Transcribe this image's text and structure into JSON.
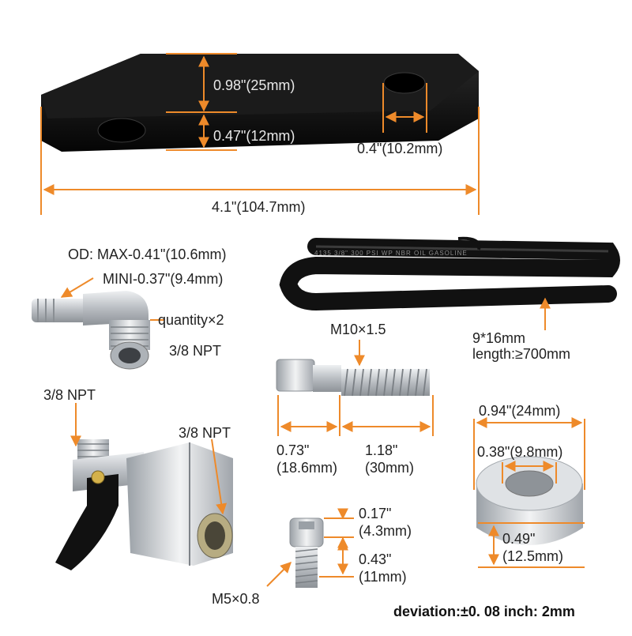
{
  "bracket": {
    "height_label": "0.98\"(25mm)",
    "hole_offset_label": "0.47\"(12mm)",
    "hole_dia_label": "0.4\"(10.2mm)",
    "length_label": "4.1\"(104.7mm)"
  },
  "fitting": {
    "od_max_label": "OD: MAX-0.41\"(10.6mm)",
    "od_min_label": "MINI-0.37\"(9.4mm)",
    "quantity_label": "quantity×2",
    "thread_label": "3/8 NPT"
  },
  "hose": {
    "print_text": "4135 3/8\" 300 PSI WP NBR OIL GASOLINE",
    "size_label": "9*16mm",
    "length_label": "length:≥700mm"
  },
  "valve": {
    "thread_top_label": "3/8 NPT",
    "thread_side_label": "3/8 NPT"
  },
  "bolt": {
    "thread_label": "M10×1.5",
    "head_label_1": "0.73\"",
    "head_label_2": "(18.6mm)",
    "shank_label_1": "1.18\"",
    "shank_label_2": "(30mm)"
  },
  "spacer": {
    "od_label": "0.94\"(24mm)",
    "id_label": "0.38\"(9.8mm)",
    "height_label_1": "0.49\"",
    "height_label_2": "(12.5mm)"
  },
  "screw": {
    "head_label_1": "0.17\"",
    "head_label_2": "(4.3mm)",
    "shank_label_1": "0.43\"",
    "shank_label_2": "(11mm)",
    "thread_label": "M5×0.8"
  },
  "footer": {
    "deviation_label": "deviation:±0. 08 inch: 2mm"
  },
  "colors": {
    "dimension": "#ee8a2a",
    "bracket": "#0d0d0d",
    "aluminum": "#c9ccd0"
  }
}
